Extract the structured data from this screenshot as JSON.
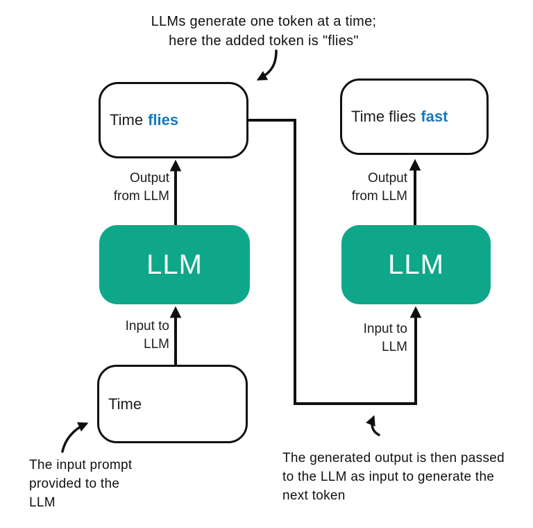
{
  "colors": {
    "llm_box_fill": "#0fa78a",
    "token_highlight": "#1778be",
    "line_color": "#101010",
    "background": "#ffffff"
  },
  "annotations": {
    "top": {
      "line1": "LLMs generate one token at a time;",
      "line2": "here the added token is \"flies\""
    },
    "bottom_left": {
      "line1": "The input prompt",
      "line2": "provided to the",
      "line3": "LLM"
    },
    "bottom_right": {
      "line1": "The generated output is then passed",
      "line2": "to the LLM as input to generate the",
      "line3": "next token"
    }
  },
  "left_flow": {
    "input_box": {
      "text": "Time"
    },
    "input_label": {
      "line1": "Input to",
      "line2": "LLM"
    },
    "llm_box": {
      "label": "LLM"
    },
    "output_label": {
      "line1": "Output",
      "line2": "from LLM"
    },
    "output_box": {
      "prefix": "Time",
      "highlight": "flies"
    }
  },
  "right_flow": {
    "input_label": {
      "line1": "Input to",
      "line2": "LLM"
    },
    "llm_box": {
      "label": "LLM"
    },
    "output_label": {
      "line1": "Output",
      "line2": "from LLM"
    },
    "output_box": {
      "prefix": "Time flies",
      "highlight": "fast"
    }
  }
}
